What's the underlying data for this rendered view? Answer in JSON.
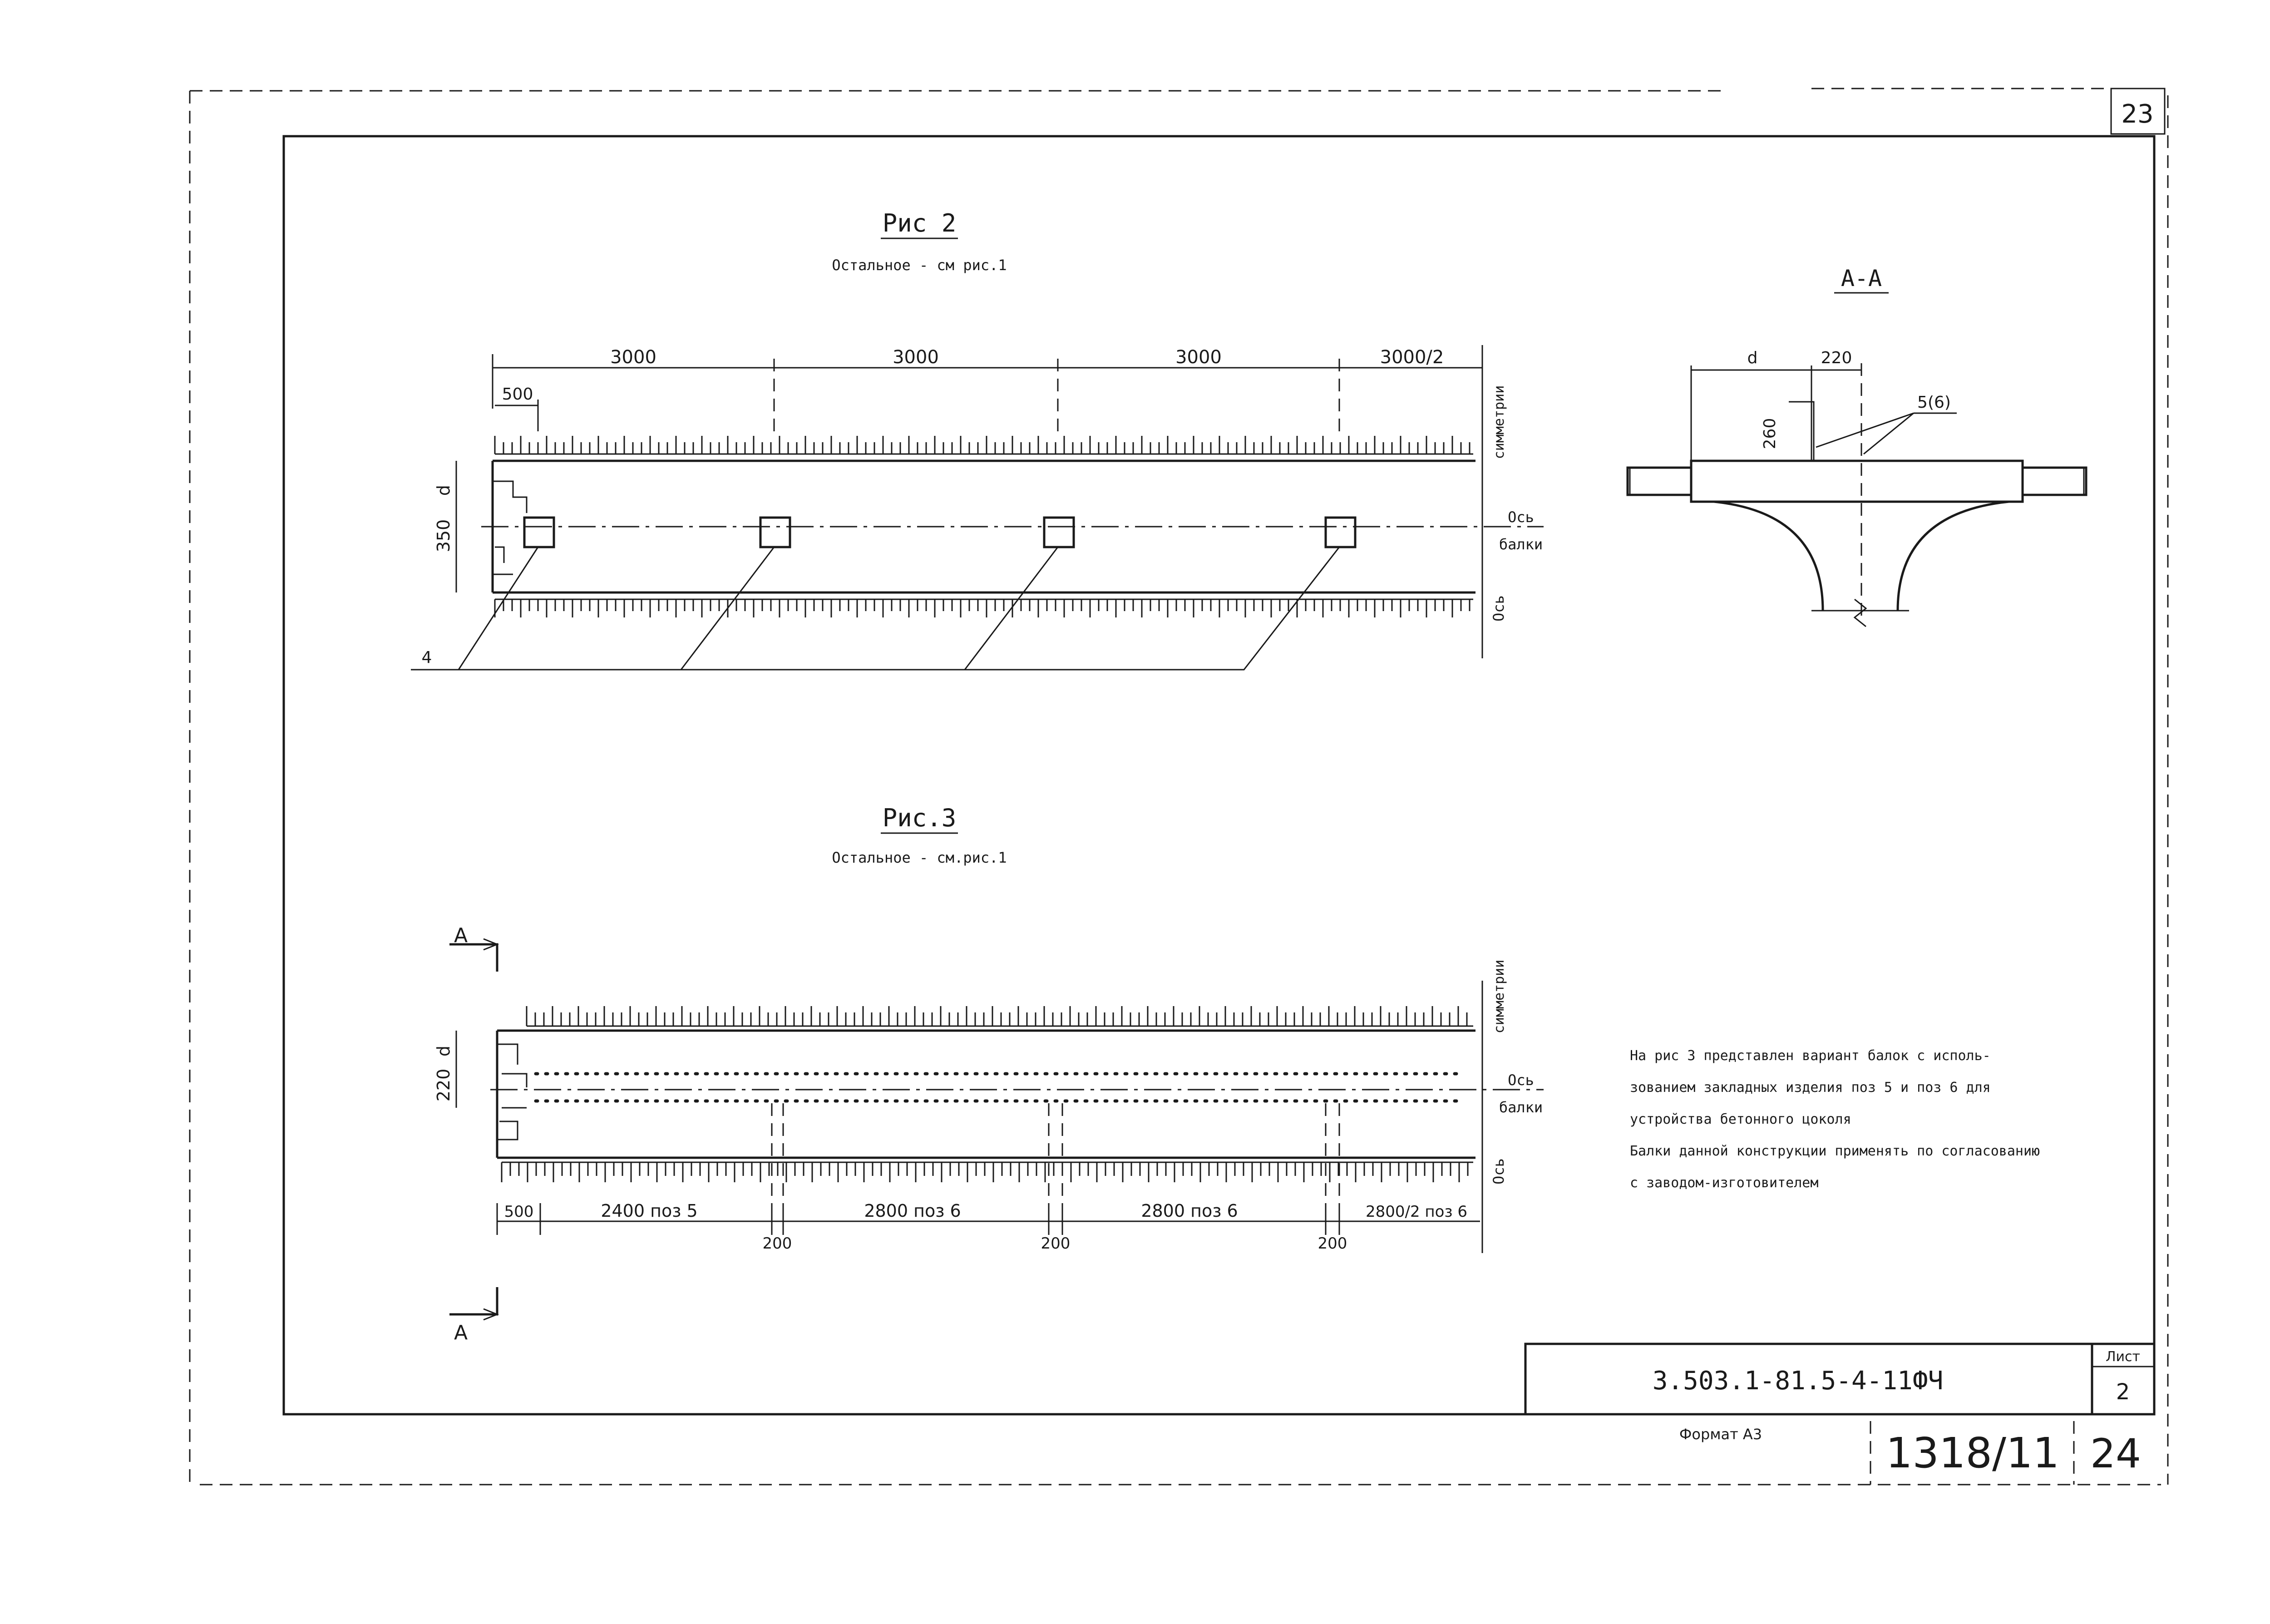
{
  "sheet": {
    "corner_page_number": "23",
    "designation": "3.503.1-81.5-4-11ФЧ",
    "sheet_label": "Лист",
    "sheet_number": "2",
    "format": "Формат А3",
    "archive_number": "1318/11",
    "page_number": "24"
  },
  "fig2": {
    "title": "Рис 2",
    "subtitle": "Остальное - см рис.1",
    "dims": [
      "3000",
      "3000",
      "3000",
      "3000/2"
    ],
    "dim_500": "500",
    "dim_d": "d",
    "dim_350": "350",
    "label_sym": "симметрии",
    "label_os": "Ось",
    "label_balki": "балки",
    "label_os2": "Ось",
    "leader_4": "4"
  },
  "section": {
    "title": "А-А",
    "dim_d": "d",
    "dim_220": "220",
    "dim_260": "260",
    "leader": "5(6)"
  },
  "fig3": {
    "title": "Рис.3",
    "subtitle": "Остальное - см.рис.1",
    "cut_label_top": "А",
    "cut_label_bottom": "А",
    "dim_d": "d",
    "dim_220": "220",
    "label_sym": "симметрии",
    "label_os": "Ось",
    "label_balki": "балки",
    "label_os2": "Ось",
    "dims": [
      "500",
      "2400 поз 5",
      "2800 поз 6",
      "2800 поз 6",
      "2800/2 поз 6"
    ],
    "gaps": [
      "200",
      "200",
      "200"
    ]
  },
  "note": {
    "lines": [
      "На рис 3 представлен вариант балок с исполь-",
      "зованием закладных изделия поз 5 и поз 6 для",
      "устройства бетонного цоколя",
      "Балки данной конструкции применять по согласованию",
      "с заводом-изготовителем"
    ]
  }
}
